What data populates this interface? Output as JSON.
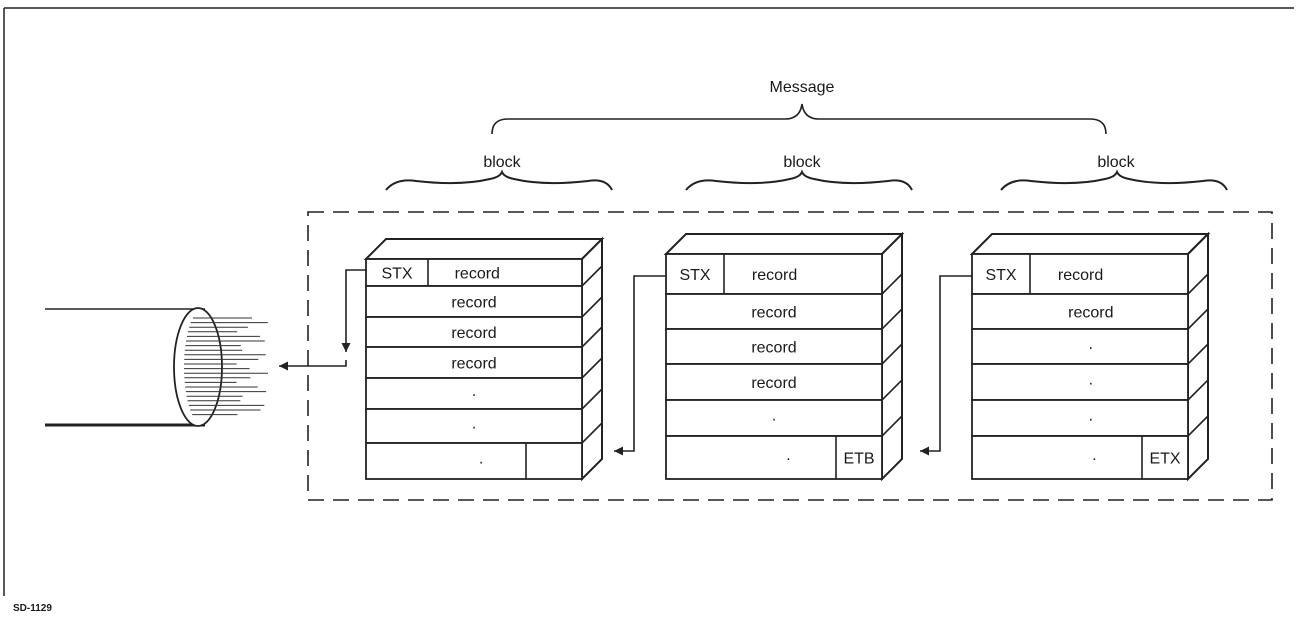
{
  "title": "Message",
  "figure_id": "SD-1129",
  "blocks": [
    {
      "label": "block",
      "rows": [
        {
          "left": "STX",
          "main": "record",
          "right": ""
        },
        {
          "left": "",
          "main": "record",
          "right": ""
        },
        {
          "left": "",
          "main": "record",
          "right": ""
        },
        {
          "left": "",
          "main": "record",
          "right": ""
        },
        {
          "left": "",
          "main": "·",
          "right": ""
        },
        {
          "left": "",
          "main": "·",
          "right": ""
        },
        {
          "left": "",
          "main": "·",
          "right": ""
        }
      ]
    },
    {
      "label": "block",
      "rows": [
        {
          "left": "STX",
          "main": "record",
          "right": ""
        },
        {
          "left": "",
          "main": "record",
          "right": ""
        },
        {
          "left": "",
          "main": "record",
          "right": ""
        },
        {
          "left": "",
          "main": "record",
          "right": ""
        },
        {
          "left": "",
          "main": "·",
          "right": ""
        },
        {
          "left": "",
          "main": "·",
          "right": "ETB"
        }
      ]
    },
    {
      "label": "block",
      "rows": [
        {
          "left": "STX",
          "main": "record",
          "right": ""
        },
        {
          "left": "",
          "main": "record",
          "right": ""
        },
        {
          "left": "",
          "main": "·",
          "right": ""
        },
        {
          "left": "",
          "main": "·",
          "right": ""
        },
        {
          "left": "",
          "main": "·",
          "right": ""
        },
        {
          "left": "",
          "main": "·",
          "right": "ETX"
        }
      ]
    }
  ]
}
